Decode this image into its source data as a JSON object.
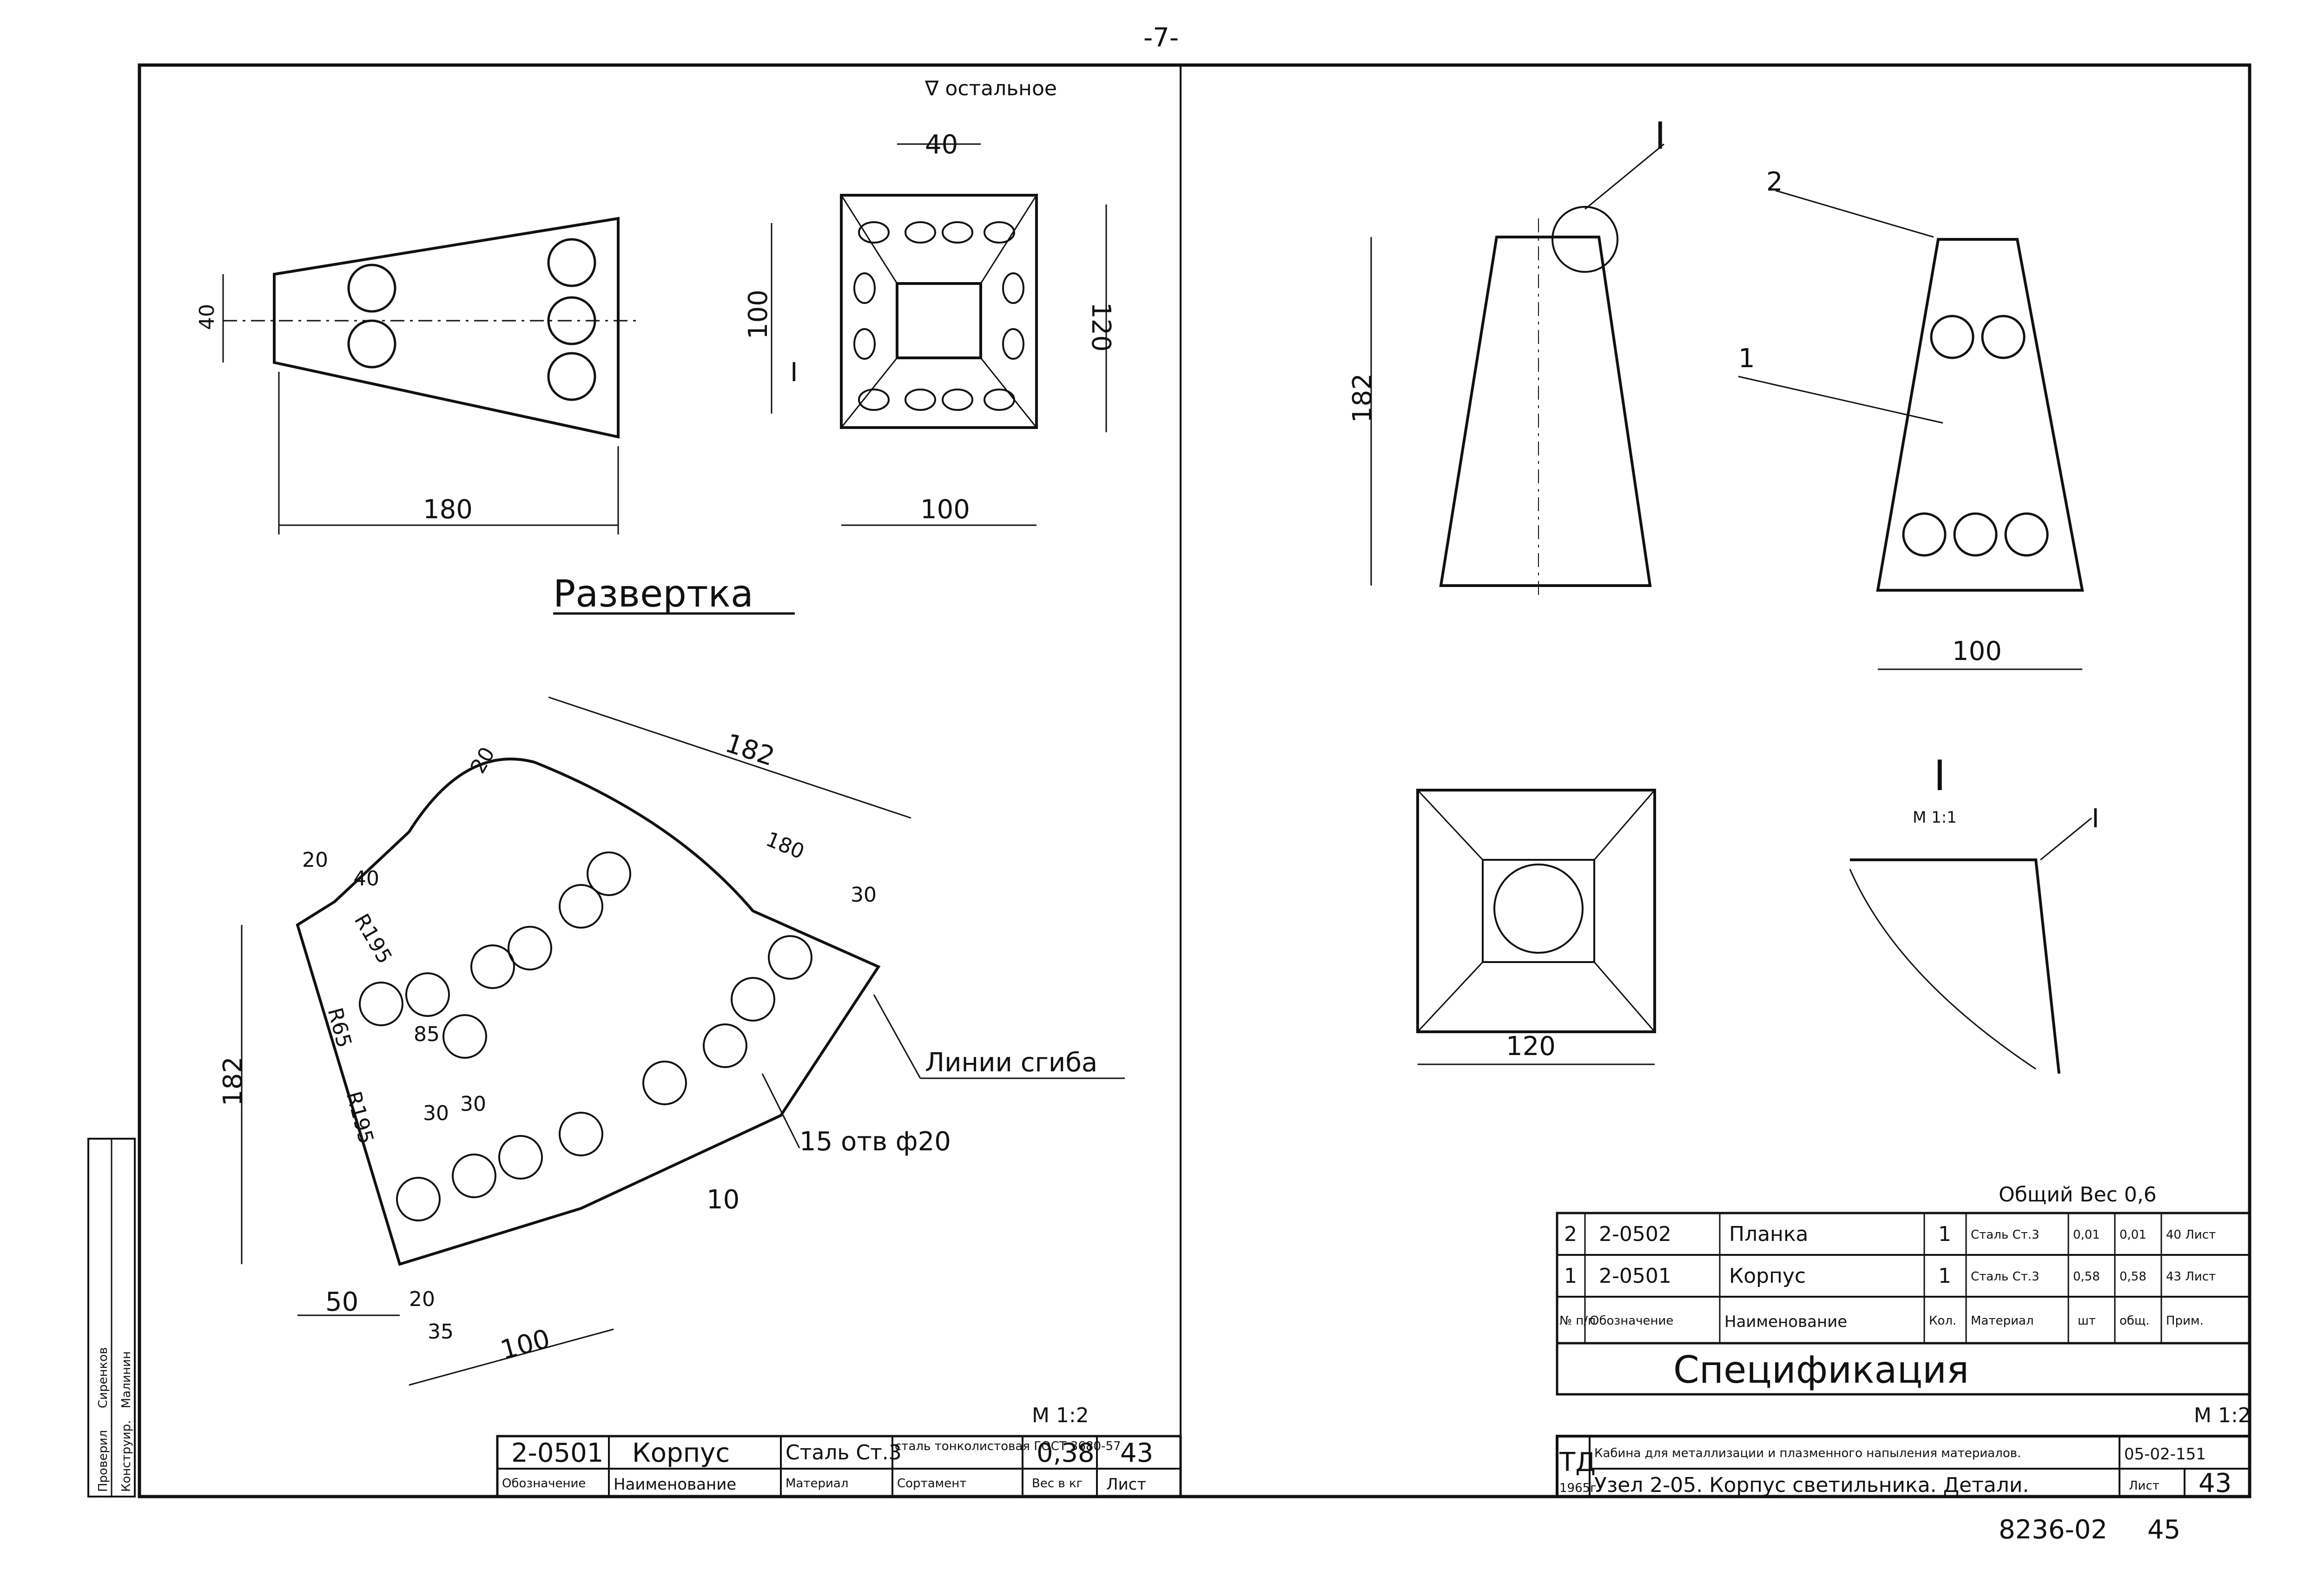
{
  "top_mark": "-7-",
  "surface_note": "∇ остальное",
  "left": {
    "title": "Развертка",
    "dims_side": {
      "w": "180",
      "h": "40"
    },
    "dims_top": {
      "top": "40",
      "w": "100",
      "h_outer": "120",
      "h_inner": "100",
      "section_mark": "I"
    },
    "dims_flat": {
      "d182_top": "182",
      "d20_top": "20",
      "d180": "180",
      "d30_right": "30",
      "d20_left": "20",
      "d40_left": "40",
      "r195_top": "R195",
      "r65": "R65",
      "r195_mid": "R195",
      "d85": "85",
      "d30_a": "30",
      "d30_b": "30",
      "d182_left": "182",
      "d50": "50",
      "d20_bot": "20",
      "d35": "35",
      "d100": "100",
      "d10": "10"
    },
    "labels": {
      "bend": "Линии сгиба",
      "holes": "15 отв ф20"
    },
    "scale": "М 1:2",
    "title_block": {
      "code": "2-0501",
      "name": "Корпус",
      "material": "Сталь Ст.3",
      "sortament": "сталь тонколистовая ГОСТ 3680-57",
      "weight": "0,38",
      "sheet": "43",
      "h_code": "Обозначение",
      "h_name": "Наименование",
      "h_material": "Материал",
      "h_sortament": "Сортамент",
      "h_weight": "Вес в кг",
      "h_sheet": "Лист"
    }
  },
  "right": {
    "front": {
      "h": "182",
      "mark": "I"
    },
    "side": {
      "w": "100",
      "callout1": "1",
      "callout2": "2"
    },
    "plan": {
      "w": "120"
    },
    "detail": {
      "title": "I",
      "scale": "М 1:1"
    },
    "total_weight": "Общий Вес 0,6",
    "spec": {
      "rows": [
        {
          "n": "2",
          "code": "2-0502",
          "name": "Планка",
          "qty": "1",
          "material": "Сталь Ст.3",
          "w1": "0,01",
          "w2": "0,01",
          "note": "40 Лист"
        },
        {
          "n": "1",
          "code": "2-0501",
          "name": "Корпус",
          "qty": "1",
          "material": "Сталь Ст.3",
          "w1": "0,58",
          "w2": "0,58",
          "note": "43 Лист"
        }
      ],
      "header": {
        "n": "№ п/п",
        "code": "Обозначение",
        "name": "Наименование",
        "qty": "Кол.",
        "material": "Материал",
        "w1": "шт",
        "w2": "общ.",
        "note": "Прим."
      },
      "title": "Спецификация"
    },
    "scale": "М 1:2",
    "title_block": {
      "logo": "ТД",
      "year": "1965г.",
      "title1": "Кабина для металлизации и плазменного напыления материалов.",
      "title2": "Узел 2-05. Корпус светильника. Детали.",
      "code": "05-02-151",
      "sheet_label": "Лист",
      "sheet": "43"
    },
    "bottom_code": "8236-02",
    "bottom_num": "45"
  },
  "stamp": {
    "rows": [
      "Проверил",
      "Сиренков",
      "Конструир.",
      "Малинин"
    ]
  }
}
